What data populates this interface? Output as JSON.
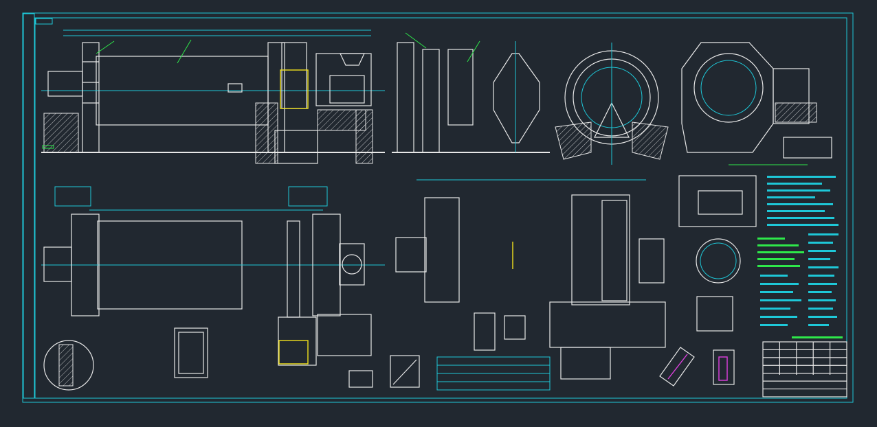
{
  "canvas": {
    "background": "#212830",
    "colors": {
      "outline": "#e8e8e8",
      "dimension": "#1ec8d8",
      "accent": "#2ee84a",
      "highlight": "#f2e21c",
      "marker": "#e040e0"
    }
  },
  "views": {
    "front_elevation": "mill-front-elevation",
    "end_views": [
      "feed-end-view",
      "cone-view",
      "shell-section-view",
      "drive-end-view"
    ],
    "plan": "mill-plan-view",
    "foundations": [
      "foundation-left",
      "foundation-right"
    ],
    "details": [
      "bearing-detail",
      "hopper-detail",
      "gear-detail",
      "tooth-detail"
    ]
  },
  "title_block": {
    "rows": 7,
    "columns": 5
  }
}
